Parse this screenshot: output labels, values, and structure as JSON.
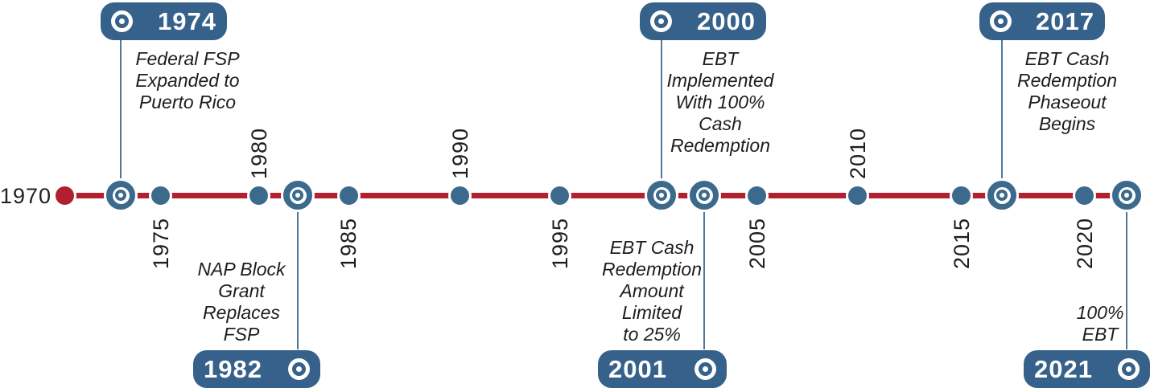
{
  "colors": {
    "timeline_red": "#b2202f",
    "node_blue": "#3c6a8c",
    "badge_blue": "#36618a",
    "connector_blue": "#4f789c",
    "text_dark": "#1d1d1d",
    "badge_text": "#ffffff"
  },
  "timeline": {
    "start_label": "1970",
    "ticks": [
      {
        "label": "1975",
        "side": "below"
      },
      {
        "label": "1980",
        "side": "above"
      },
      {
        "label": "1985",
        "side": "below"
      },
      {
        "label": "1990",
        "side": "above"
      },
      {
        "label": "1995",
        "side": "below"
      },
      {
        "label": "2005",
        "side": "below"
      },
      {
        "label": "2010",
        "side": "above"
      },
      {
        "label": "2015",
        "side": "below"
      },
      {
        "label": "2020",
        "side": "below"
      }
    ],
    "events": [
      {
        "year": "1974",
        "side": "top",
        "description": [
          "Federal FSP",
          "Expanded to",
          "Puerto Rico"
        ]
      },
      {
        "year": "1982",
        "side": "bottom",
        "description": [
          "NAP Block",
          "Grant",
          "Replaces",
          "FSP"
        ]
      },
      {
        "year": "2000",
        "side": "top",
        "description": [
          "EBT",
          "Implemented",
          "With 100%",
          "Cash",
          "Redemption"
        ]
      },
      {
        "year": "2001",
        "side": "bottom",
        "description": [
          "EBT Cash",
          "Redemption",
          "Amount",
          "Limited",
          "to 25%"
        ]
      },
      {
        "year": "2017",
        "side": "top",
        "description": [
          "EBT Cash",
          "Redemption",
          "Phaseout",
          "Begins"
        ]
      },
      {
        "year": "2021",
        "side": "bottom",
        "description": [
          "100%",
          "EBT"
        ]
      }
    ]
  }
}
